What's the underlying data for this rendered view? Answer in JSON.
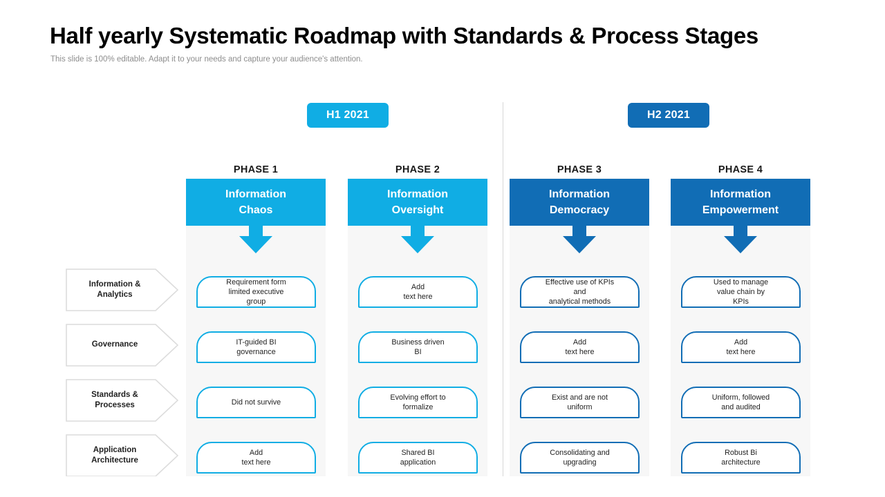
{
  "header": {
    "title": "Half yearly Systematic Roadmap with Standards & Process Stages",
    "subtitle": "This slide is 100% editable. Adapt it to your needs and capture your audience's attention."
  },
  "colors": {
    "light_blue": "#10ADE4",
    "dark_blue": "#116DB5",
    "band_gray": "#f7f7f7",
    "divider_gray": "#d6d6d6",
    "label_border_gray": "#dcdcdc"
  },
  "halves": [
    {
      "label": "H1 2021",
      "color": "#10ADE4"
    },
    {
      "label": "H2 2021",
      "color": "#116DB5"
    }
  ],
  "row_labels": [
    {
      "line1": "Information &",
      "line2": "Analytics"
    },
    {
      "line1": "Governance",
      "line2": ""
    },
    {
      "line1": "Standards &",
      "line2": "Processes"
    },
    {
      "line1": "Application",
      "line2": "Architecture"
    }
  ],
  "phases": [
    {
      "label": "PHASE 1",
      "head_line1": "Information",
      "head_line2": "Chaos",
      "accent": "#10ADE4",
      "cards": [
        {
          "line1": "Requirement form",
          "line2": "limited executive",
          "line3": "group"
        },
        {
          "line1": "IT-guided BI",
          "line2": "governance",
          "line3": ""
        },
        {
          "line1": "Did not survive",
          "line2": "",
          "line3": ""
        },
        {
          "line1": "Add",
          "line2": "text here",
          "line3": ""
        }
      ]
    },
    {
      "label": "PHASE 2",
      "head_line1": "Information",
      "head_line2": "Oversight",
      "accent": "#10ADE4",
      "cards": [
        {
          "line1": "Add",
          "line2": "text here",
          "line3": ""
        },
        {
          "line1": "Business driven",
          "line2": "BI",
          "line3": ""
        },
        {
          "line1": "Evolving effort to",
          "line2": "formalize",
          "line3": ""
        },
        {
          "line1": "Shared BI",
          "line2": "application",
          "line3": ""
        }
      ]
    },
    {
      "label": "PHASE 3",
      "head_line1": "Information",
      "head_line2": "Democracy",
      "accent": "#116DB5",
      "cards": [
        {
          "line1": "Effective use of KPIs",
          "line2": "and",
          "line3": "analytical methods"
        },
        {
          "line1": "Add",
          "line2": "text here",
          "line3": ""
        },
        {
          "line1": "Exist and are not",
          "line2": "uniform",
          "line3": ""
        },
        {
          "line1": "Consolidating and",
          "line2": "upgrading",
          "line3": ""
        }
      ]
    },
    {
      "label": "PHASE 4",
      "head_line1": "Information",
      "head_line2": "Empowerment",
      "accent": "#116DB5",
      "cards": [
        {
          "line1": "Used to manage",
          "line2": "value chain by",
          "line3": "KPIs"
        },
        {
          "line1": "Add",
          "line2": "text here",
          "line3": ""
        },
        {
          "line1": "Uniform, followed",
          "line2": "and audited",
          "line3": ""
        },
        {
          "line1": "Robust Bi",
          "line2": "architecture",
          "line3": ""
        }
      ]
    }
  ]
}
